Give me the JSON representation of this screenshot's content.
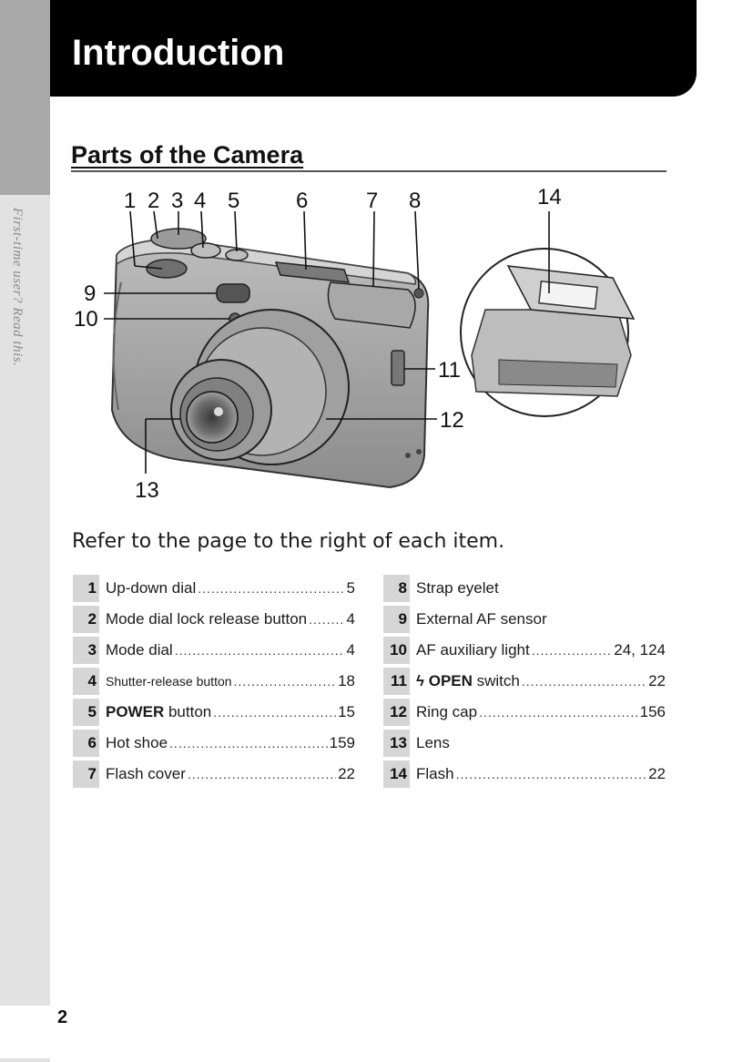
{
  "side_tab": {
    "text": "First-time user? Read this."
  },
  "header": {
    "title": "Introduction"
  },
  "section": {
    "title": "Parts of the Camera"
  },
  "figure": {
    "callouts": [
      "1",
      "2",
      "3",
      "4",
      "5",
      "6",
      "7",
      "8",
      "9",
      "10",
      "11",
      "12",
      "13",
      "14"
    ]
  },
  "intro": "Refer to the page to the right of each item.",
  "parts_left": [
    {
      "num": "1",
      "label": "Up-down dial",
      "page": "5"
    },
    {
      "num": "2",
      "label": "Mode dial lock release button",
      "page": "4"
    },
    {
      "num": "3",
      "label": "Mode dial",
      "page": "4"
    },
    {
      "num": "4",
      "label": "Shutter-release button",
      "page": "18"
    },
    {
      "num": "5",
      "label_bold": "POWER",
      "label": " button",
      "page": "15"
    },
    {
      "num": "6",
      "label": "Hot shoe",
      "page": "159"
    },
    {
      "num": "7",
      "label": "Flash cover",
      "page": "22"
    }
  ],
  "parts_right": [
    {
      "num": "8",
      "label": "Strap eyelet",
      "page": ""
    },
    {
      "num": "9",
      "label": "External AF sensor",
      "page": ""
    },
    {
      "num": "10",
      "label": "AF auxiliary light",
      "page": "24, 124"
    },
    {
      "num": "11",
      "label_bold": "ϟ OPEN",
      "label": " switch",
      "page": "22"
    },
    {
      "num": "12",
      "label": "Ring cap",
      "page": "156"
    },
    {
      "num": "13",
      "label": "Lens",
      "page": ""
    },
    {
      "num": "14",
      "label": "Flash",
      "page": "22"
    }
  ],
  "footer": {
    "page_number": "2"
  }
}
